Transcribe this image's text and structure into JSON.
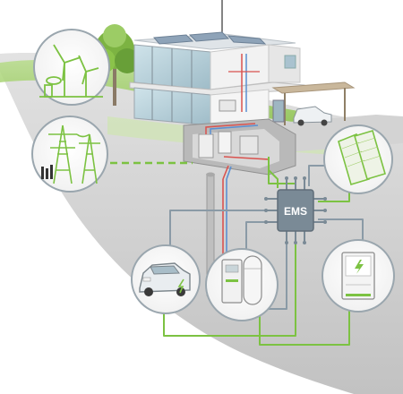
{
  "hub": {
    "label": "EMS"
  },
  "colors": {
    "ground_top": "#dcdcdc",
    "ground_bottom": "#c4c4c4",
    "grass": "#8bc34a",
    "green_line": "#7cc242",
    "grey_line": "#8a9aa6",
    "hub_fill": "#7a8a96",
    "house_wall": "#eeeeee",
    "pipe_red": "#d9534f",
    "pipe_blue": "#5b8fd1"
  },
  "nodes": [
    {
      "id": "wind",
      "icon": "wind-turbine-icon"
    },
    {
      "id": "grid",
      "icon": "power-pylon-icon"
    },
    {
      "id": "solar",
      "icon": "solar-panel-icon"
    },
    {
      "id": "ev",
      "icon": "electric-car-icon"
    },
    {
      "id": "heatpump",
      "icon": "heat-pump-icon"
    },
    {
      "id": "battery",
      "icon": "battery-storage-icon"
    }
  ]
}
